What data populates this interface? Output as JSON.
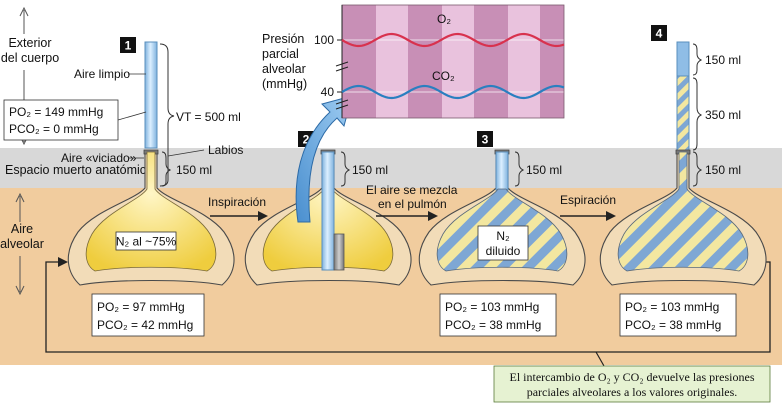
{
  "regions": {
    "outside": "Exterior del cuerpo",
    "dead_space": "Espacio muerto anatómico",
    "alveolar": "Aire alveolar"
  },
  "panels": [
    {
      "number": "1",
      "fresh_air_label": "Aire limpio",
      "fresh_air_po2": "PO₂ = 149 mmHg",
      "fresh_air_pco2": "PCO₂ = 0 mmHg",
      "tidal_volume": "VT = 500 ml",
      "lips_label": "Labios",
      "stale_air_label": "Aire «viciado»",
      "dead_space_volume": "150 ml",
      "n2_label": "N₂ al ~75%",
      "alveolar_po2": "PO₂ = 97 mmHg",
      "alveolar_pco2": "PCO₂ = 42 mmHg"
    },
    {
      "number": "2",
      "dead_space_volume": "150 ml"
    },
    {
      "number": "3",
      "dead_space_volume": "150 ml",
      "n2_label_top": "N₂",
      "n2_label_bottom": "diluido",
      "alveolar_po2": "PO₂ = 103 mmHg",
      "alveolar_pco2": "PCO₂ = 38 mmHg"
    },
    {
      "number": "4",
      "vol_top": "150 ml",
      "vol_middle": "350 ml",
      "vol_bottom": "150 ml",
      "alveolar_po2": "PO₂ = 103 mmHg",
      "alveolar_pco2": "PCO₂ = 38 mmHg"
    }
  ],
  "steps": {
    "inspiration": "Inspiración",
    "mixing_line1": "El aire se mezcla",
    "mixing_line2": "en el pulmón",
    "expiration": "Espiración"
  },
  "inset_chart": {
    "title_line1": "Presión",
    "title_line2": "parcial",
    "title_line3": "alveolar",
    "title_line4": "(mmHg)",
    "tick_100": "100",
    "tick_40": "40",
    "o2_label": "O₂",
    "co2_label": "CO₂",
    "o2_color": "#d8324e",
    "co2_color": "#2a7fc0"
  },
  "footer_note_line1": "El intercambio de O₂ y CO₂ devuelve las presiones",
  "footer_note_line2": "parciales alveolares a los valores originales.",
  "colors": {
    "tan": "#f1cc9e",
    "gray": "#d8d8d8",
    "wall": "#f2dcb8",
    "stripe_blue": "#7ea7d4",
    "stripe_yellow": "#f3e7a0",
    "tube_blue": "#a9cfee",
    "note_green": "#e6f2d2"
  }
}
